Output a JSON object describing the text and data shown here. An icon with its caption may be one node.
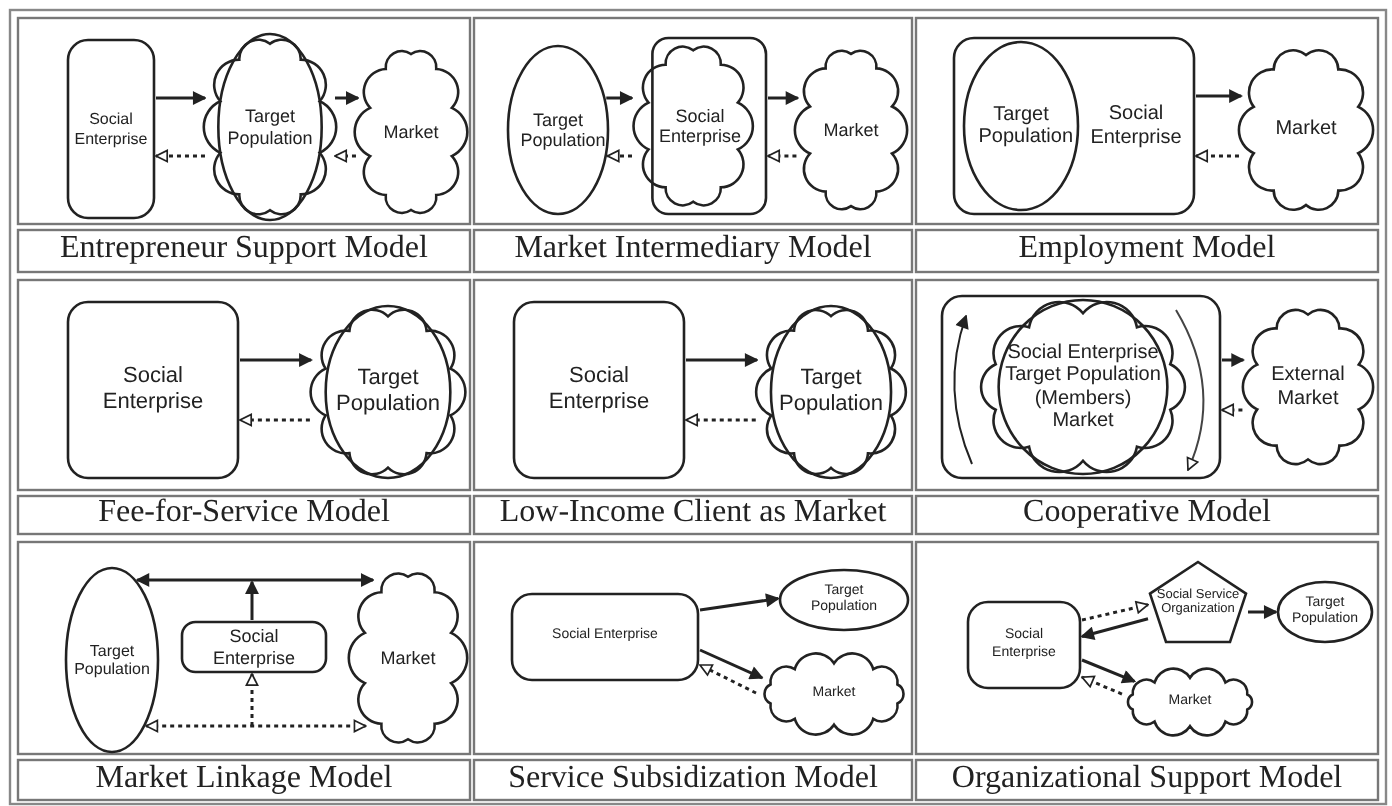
{
  "diagram": {
    "nodes": [
      {
        "text": [
          "Social Enterprise"
        ]
      },
      {
        "text": [
          "Target Population"
        ]
      },
      {
        "text": [
          "Market"
        ]
      },
      {
        "text": [
          "Target Population"
        ]
      },
      {
        "text": [
          "Social Enterprise"
        ]
      },
      {
        "text": [
          "Market"
        ]
      },
      {
        "text": [
          "Social Enterprise"
        ]
      },
      {
        "text": [
          "Target Population"
        ],
        "in": 6
      },
      {
        "text": [
          "Market"
        ]
      },
      {
        "text": [
          "Social Enterprise"
        ]
      },
      {
        "text": [
          "Target Population"
        ]
      },
      {
        "text": [
          "Social Enterprise"
        ]
      },
      {
        "text": [
          "Target Population"
        ]
      },
      {
        "text": [],
        "shape": "box"
      },
      {
        "text": [
          "Social Enterprise",
          "Target Population",
          "(Members)",
          "Market"
        ],
        "in": 13
      },
      {
        "text": [
          "External Market"
        ]
      },
      {
        "text": [
          "Target Population"
        ]
      },
      {
        "text": [
          "Social Enterprise"
        ]
      },
      {
        "text": [
          "Market"
        ]
      },
      {
        "text": [
          "Social Enterprise"
        ]
      },
      {
        "text": [
          "Target Population"
        ]
      },
      {
        "text": [
          "Market"
        ]
      },
      {
        "text": [
          "Social Enterprise"
        ]
      },
      {
        "text": [
          "Social Service Organization"
        ]
      },
      {
        "text": [
          "Target Population"
        ]
      },
      {
        "text": [
          "Market"
        ]
      }
    ],
    "edges": [
      {
        "from": 0,
        "to": 1,
        "arrow": "to"
      },
      {
        "from": 1,
        "to": 0,
        "arrow": "to",
        "style": "dashed"
      },
      {
        "from": 1,
        "to": 2,
        "arrow": "to"
      },
      {
        "from": 2,
        "to": 1,
        "arrow": "to",
        "style": "dashed"
      },
      {
        "from": 3,
        "to": 4,
        "arrow": "to"
      },
      {
        "from": 4,
        "to": 3,
        "arrow": "to",
        "style": "dashed"
      },
      {
        "from": 4,
        "to": 5,
        "arrow": "to"
      },
      {
        "from": 5,
        "to": 4,
        "arrow": "to",
        "style": "dashed"
      },
      {
        "from": 6,
        "to": 8,
        "arrow": "to"
      },
      {
        "from": 8,
        "to": 6,
        "arrow": "to",
        "style": "dashed"
      },
      {
        "from": 9,
        "to": 10,
        "arrow": "to"
      },
      {
        "from": 10,
        "to": 9,
        "arrow": "to",
        "style": "dashed"
      },
      {
        "from": 11,
        "to": 12,
        "arrow": "to"
      },
      {
        "from": 12,
        "to": 11,
        "arrow": "to",
        "style": "dashed"
      },
      {
        "from": 13,
        "to": 15,
        "arrow": "to"
      },
      {
        "from": 15,
        "to": 13,
        "arrow": "to",
        "style": "dashed"
      },
      {
        "from": 16,
        "to": 18,
        "arrow": "both"
      },
      {
        "from": 17,
        "to": null,
        "arrow": "to"
      },
      {
        "from": 16,
        "to": 18,
        "arrow": "both",
        "style": "dashed"
      },
      {
        "from": null,
        "to": 17,
        "arrow": "to",
        "style": "dashed"
      },
      {
        "from": 19,
        "to": 20,
        "arrow": "to"
      },
      {
        "from": 19,
        "to": 21,
        "arrow": "to"
      },
      {
        "from": 21,
        "to": 19,
        "arrow": "to",
        "style": "dashed"
      },
      {
        "from": 22,
        "to": 23,
        "arrow": "to",
        "style": "dashed"
      },
      {
        "from": 23,
        "to": 22,
        "arrow": "to"
      },
      {
        "from": 23,
        "to": 24,
        "arrow": "to"
      },
      {
        "from": 22,
        "to": 25,
        "arrow": "to"
      },
      {
        "from": 25,
        "to": 22,
        "arrow": "to",
        "style": "dashed"
      }
    ],
    "labels": [
      "Entrepreneur Support Model",
      "Market Intermediary Model",
      "Employment Model",
      "Fee-for-Service Model",
      "Low-Income Client as Market",
      "Cooperative Model",
      "Market Linkage Model",
      "Service Subsidization Model",
      "Organizational Support Model"
    ]
  }
}
